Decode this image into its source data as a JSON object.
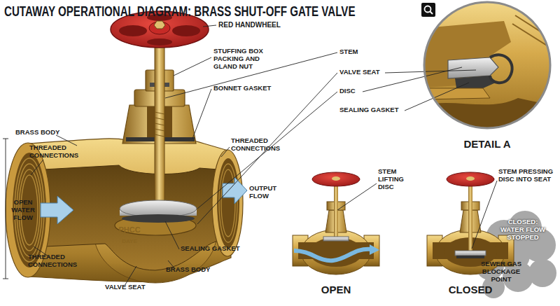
{
  "diagram": {
    "title": "CUTAWAY OPERATIONAL DIAGRAM: BRASS SHUT-OFF GATE VALVE",
    "nodes": [
      {
        "text": [
          "DETAIL A"
        ]
      }
    ],
    "labels": [
      "RED HANDWHEEL",
      "STUFFING BOX PACKING AND GLAND NUT",
      "BONNET GASKET",
      "STEM",
      "VALVE SEAT",
      "DISC",
      "SEALING GASKET",
      "BRASS BODY",
      "THREADED CONNECTIONS",
      "THREADED CONNECTIONS",
      "OUTPUT FLOW",
      "OPEN WATER FLOW",
      "PHCC",
      "DAYE",
      "THREADED CONNECTIONS",
      "SEALING GASKET",
      "BRASS BODY",
      "VALVE SEAT",
      "STEM LIFTING DISC",
      "OPEN",
      "STEM PRESSING DISC INTO SEAT",
      "CLOSED",
      "CLOSED: WATER FLOW STOPPED",
      "SEWER GAS BLOCKAGE POINT"
    ]
  }
}
